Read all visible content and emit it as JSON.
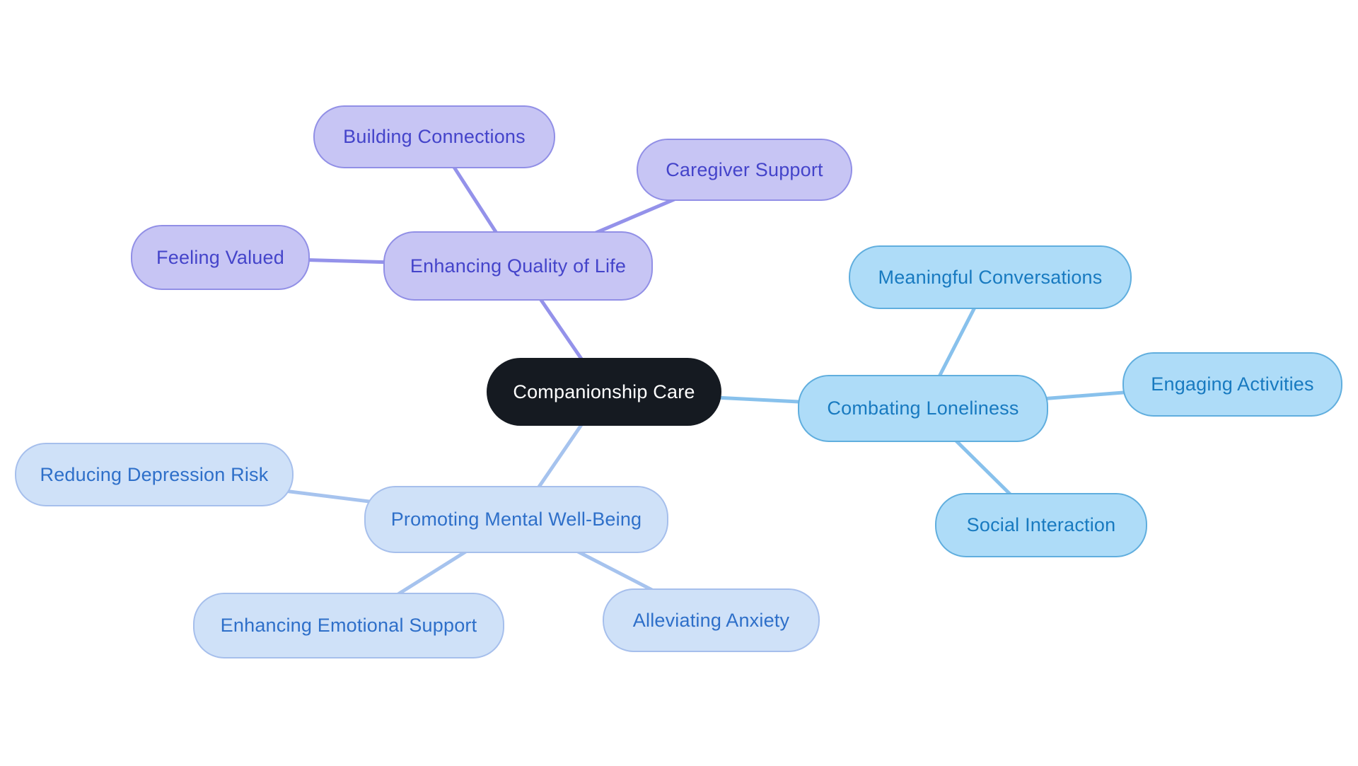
{
  "diagram": {
    "type": "mindmap",
    "background_color": "#ffffff",
    "center": {
      "id": "companionship-care",
      "label": "Companionship Care",
      "fill": "#151a21",
      "text_color": "#ffffff"
    },
    "branches": [
      {
        "id": "enhancing-quality-of-life",
        "label": "Enhancing Quality of Life",
        "theme": {
          "fill": "#c7c5f4",
          "border": "#918fe6",
          "text_color": "#4444ca",
          "edge_color": "#9492ea"
        },
        "children": [
          {
            "id": "building-connections",
            "label": "Building Connections"
          },
          {
            "id": "caregiver-support",
            "label": "Caregiver Support"
          },
          {
            "id": "feeling-valued",
            "label": "Feeling Valued"
          }
        ]
      },
      {
        "id": "combating-loneliness",
        "label": "Combating Loneliness",
        "theme": {
          "fill": "#aedcf8",
          "border": "#60aede",
          "text_color": "#187ac0",
          "edge_color": "#88c1ec"
        },
        "children": [
          {
            "id": "meaningful-conversations",
            "label": "Meaningful Conversations"
          },
          {
            "id": "engaging-activities",
            "label": "Engaging Activities"
          },
          {
            "id": "social-interaction",
            "label": "Social Interaction"
          }
        ]
      },
      {
        "id": "promoting-mental-well-being",
        "label": "Promoting Mental Well-Being",
        "theme": {
          "fill": "#cfe1f8",
          "border": "#a6bfec",
          "text_color": "#2e6fc9",
          "edge_color": "#a6c3ee"
        },
        "children": [
          {
            "id": "reducing-depression-risk",
            "label": "Reducing Depression Risk"
          },
          {
            "id": "enhancing-emotional-support",
            "label": "Enhancing Emotional Support"
          },
          {
            "id": "alleviating-anxiety",
            "label": "Alleviating Anxiety"
          }
        ]
      }
    ]
  }
}
